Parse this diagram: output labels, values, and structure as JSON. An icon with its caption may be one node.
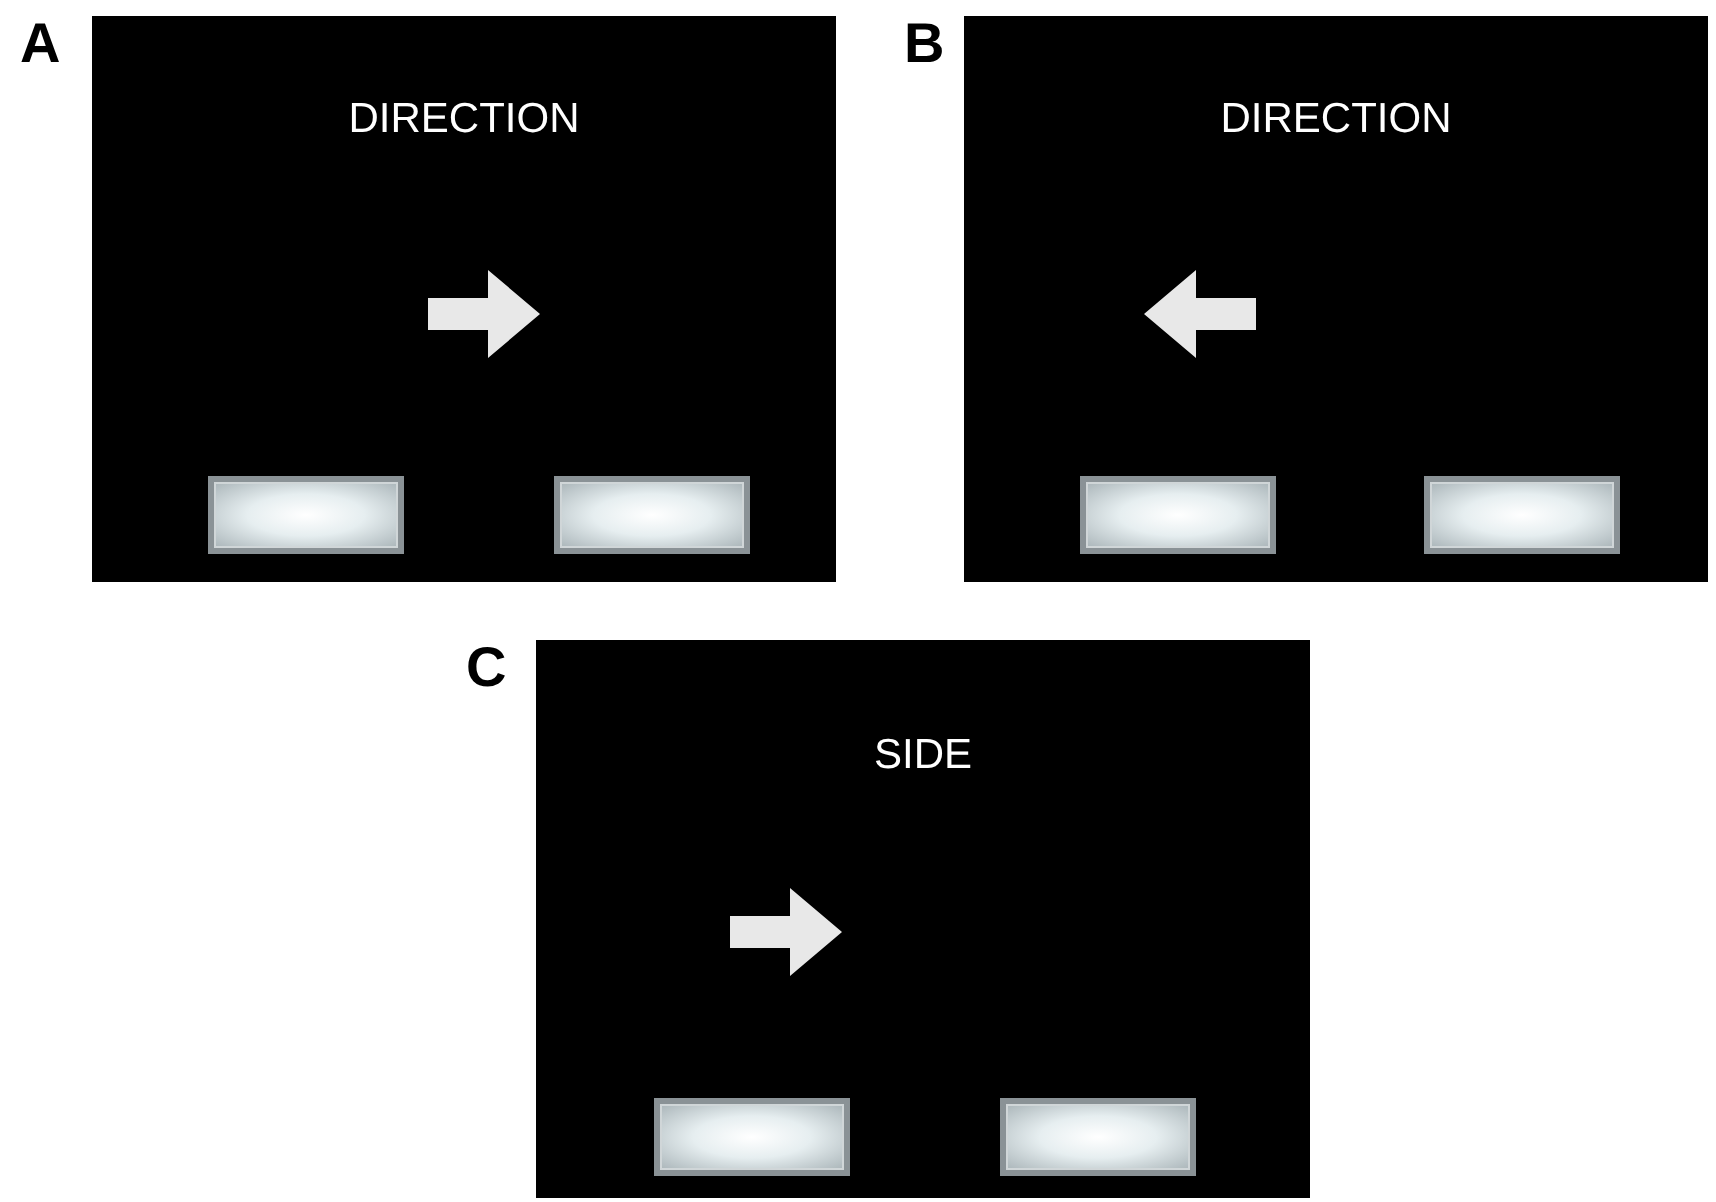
{
  "diagram": {
    "nodes": [
      {
        "text": [
          "DIRECTION"
        ],
        "beside": [
          "A"
        ]
      },
      {
        "text": [],
        "shape": "box",
        "in": 0
      },
      {
        "text": [],
        "shape": "box",
        "in": 0
      },
      {
        "text": [
          "DIRECTION"
        ],
        "beside": [
          "B"
        ]
      },
      {
        "text": [],
        "shape": "box",
        "in": 3
      },
      {
        "text": [],
        "shape": "box",
        "in": 3
      },
      {
        "text": [
          "SIDE"
        ],
        "beside": [
          "C"
        ]
      },
      {
        "text": [],
        "shape": "box",
        "in": 6
      },
      {
        "text": [],
        "shape": "box",
        "in": 6
      }
    ],
    "edges": []
  }
}
